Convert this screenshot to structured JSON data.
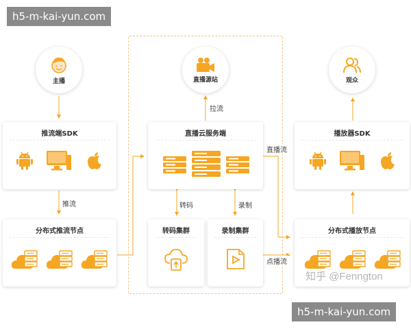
{
  "watermark_top": "h5-m-kai-yun.com",
  "watermark_bottom": "h5-m-kai-yun.com",
  "zhihu_credit": "知乎 @Fenngton",
  "colors": {
    "accent": "#f5a623",
    "text": "#333333",
    "region_border": "#f2c18d"
  },
  "nodes": {
    "anchor": "主播",
    "push_sdk": "推流端SDK",
    "distributed_push": "分布式推流节点",
    "origin": "直播源站",
    "cloud_service": "直播云服务端",
    "transcode_cluster": "转码集群",
    "record_cluster": "录制集群",
    "viewer": "观众",
    "player_sdk": "播放器SDK",
    "distributed_play": "分布式播放节点"
  },
  "edges": {
    "push": "推流",
    "pull": "拉流",
    "transcode": "转码",
    "record": "录制",
    "live_play": "直播流",
    "vod_play": "点播流"
  },
  "icons": [
    "person-icon",
    "camera-icon",
    "users-icon",
    "android-icon",
    "monitor-icon",
    "apple-icon",
    "cloud-server-icon",
    "server-rack-icon",
    "cloud-transcode-icon",
    "video-file-icon"
  ]
}
